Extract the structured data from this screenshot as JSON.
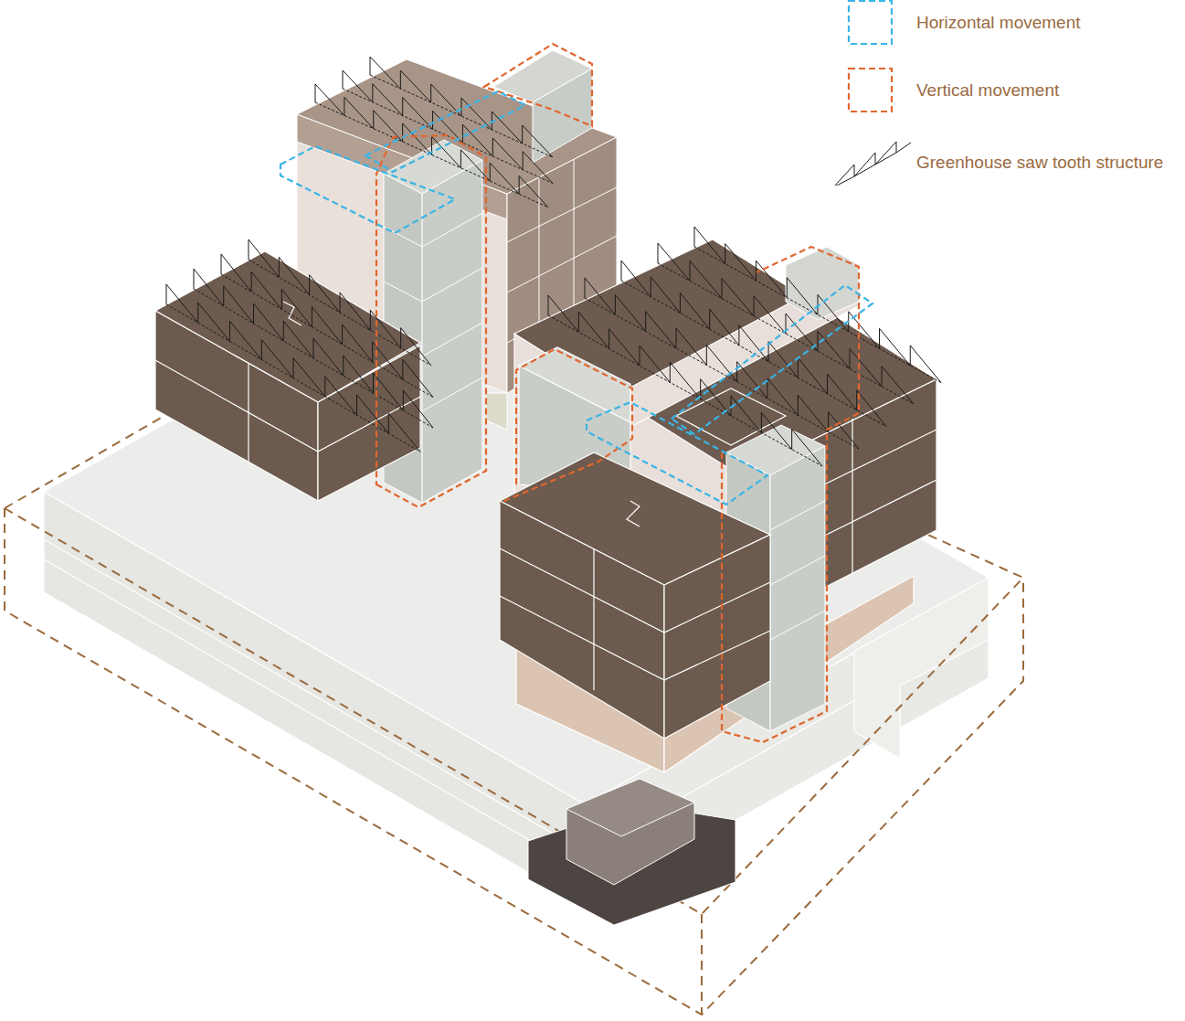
{
  "diagram": {
    "legend": [
      {
        "text": "Horizontal movement"
      },
      {
        "text": "Vertical movement"
      },
      {
        "text": "Greenhouse saw tooth structure"
      }
    ]
  }
}
